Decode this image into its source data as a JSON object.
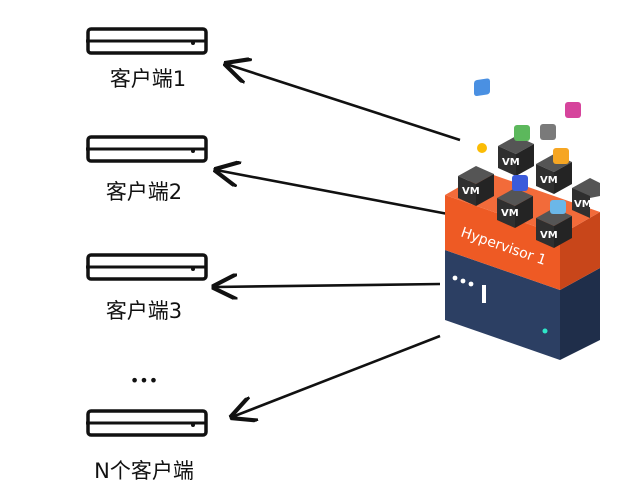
{
  "clients": [
    {
      "label": "客户端1"
    },
    {
      "label": "客户端2"
    },
    {
      "label": "客户端3"
    }
  ],
  "ellipsis": "•••",
  "last_client": {
    "label": "N个客户端"
  },
  "server": {
    "hypervisor_label": "Hypervisor 1",
    "vm_label": "VM"
  },
  "colors": {
    "line": "#111111",
    "hypervisor_orange": "#ee5a24",
    "server_navy": "#2c3f63",
    "vm_dark": "#3a3a3a"
  }
}
